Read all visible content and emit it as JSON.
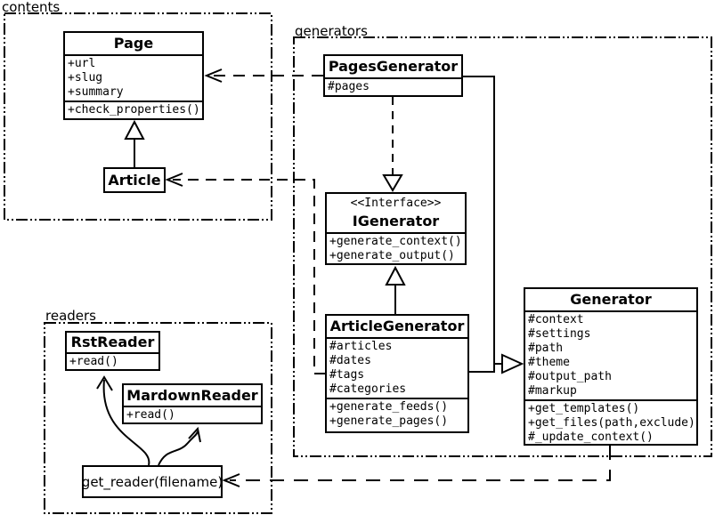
{
  "diagram": {
    "type": "uml-class-diagram",
    "line_color": "#000000",
    "background": "#ffffff"
  },
  "packages": {
    "contents": {
      "label": "contents"
    },
    "generators": {
      "label": "generators"
    },
    "readers": {
      "label": "readers"
    }
  },
  "classes": {
    "page": {
      "name": "Page",
      "attributes": [
        "+url",
        "+slug",
        "+summary"
      ],
      "methods": [
        "+check_properties()"
      ]
    },
    "article": {
      "name": "Article"
    },
    "pages_generator": {
      "name": "PagesGenerator",
      "attributes": [
        "#pages"
      ]
    },
    "igenerator": {
      "stereotype": "<<Interface>>",
      "name": "IGenerator",
      "methods": [
        "+generate_context()",
        "+generate_output()"
      ]
    },
    "article_generator": {
      "name": "ArticleGenerator",
      "attributes": [
        "#articles",
        "#dates",
        "#tags",
        "#categories"
      ],
      "methods": [
        "+generate_feeds()",
        "+generate_pages()"
      ]
    },
    "generator": {
      "name": "Generator",
      "attributes": [
        "#context",
        "#settings",
        "#path",
        "#theme",
        "#output_path",
        "#markup"
      ],
      "methods": [
        "+get_templates()",
        "+get_files(path,exclude)",
        "#_update_context()"
      ]
    },
    "rst_reader": {
      "name": "RstReader",
      "methods": [
        "+read()"
      ]
    },
    "markdown_reader": {
      "name": "MardownReader",
      "methods": [
        "+read()"
      ]
    },
    "get_reader": {
      "label": "get_reader(filename)"
    }
  },
  "relations": {
    "article_extends_page": "inheritance",
    "article_generator_implements_igenerator": "inheritance",
    "pages_generator_implements_igenerator": "realization-dashed",
    "generators_extend_generator": "inheritance",
    "pages_generator_uses_page": "dependency-dashed",
    "article_generator_uses_article": "dependency-dashed",
    "generator_uses_get_reader": "dependency-dashed",
    "get_reader_creates_rst_reader": "curved-arrow",
    "get_reader_creates_markdown_reader": "curved-arrow"
  }
}
